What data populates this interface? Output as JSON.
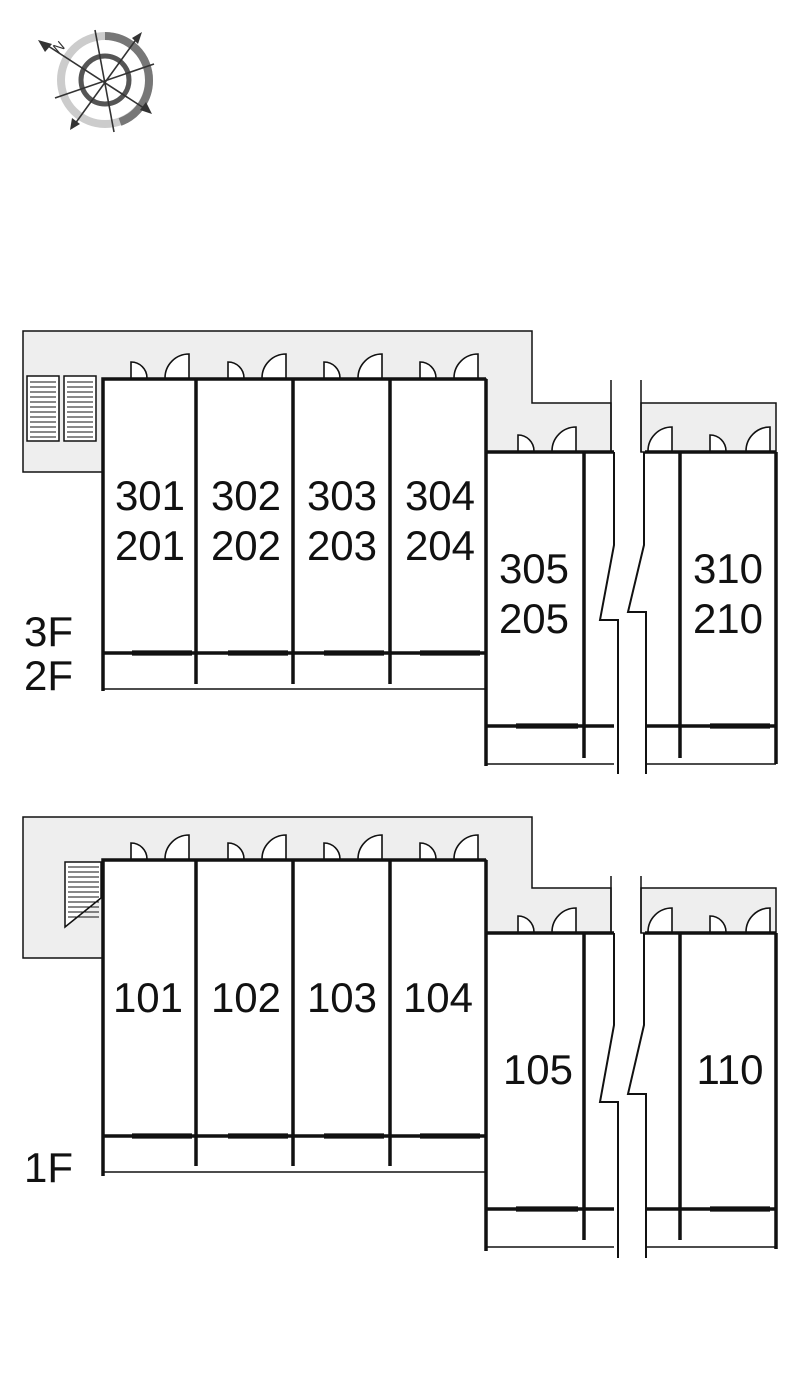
{
  "compass": {
    "icon": "compass-icon",
    "label": "N"
  },
  "upper": {
    "floor_labels": [
      "3F",
      "2F"
    ],
    "rooms": [
      {
        "top": "301",
        "bottom": "201"
      },
      {
        "top": "302",
        "bottom": "202"
      },
      {
        "top": "303",
        "bottom": "203"
      },
      {
        "top": "304",
        "bottom": "204"
      },
      {
        "top": "305",
        "bottom": "205"
      },
      {
        "top": "310",
        "bottom": "210"
      }
    ]
  },
  "lower": {
    "floor_labels": [
      "1F"
    ],
    "rooms": [
      "101",
      "102",
      "103",
      "104",
      "105",
      "110"
    ]
  },
  "colors": {
    "corridor": "#eeeeee",
    "wall": "#111111",
    "compass_ring": "#888888"
  }
}
